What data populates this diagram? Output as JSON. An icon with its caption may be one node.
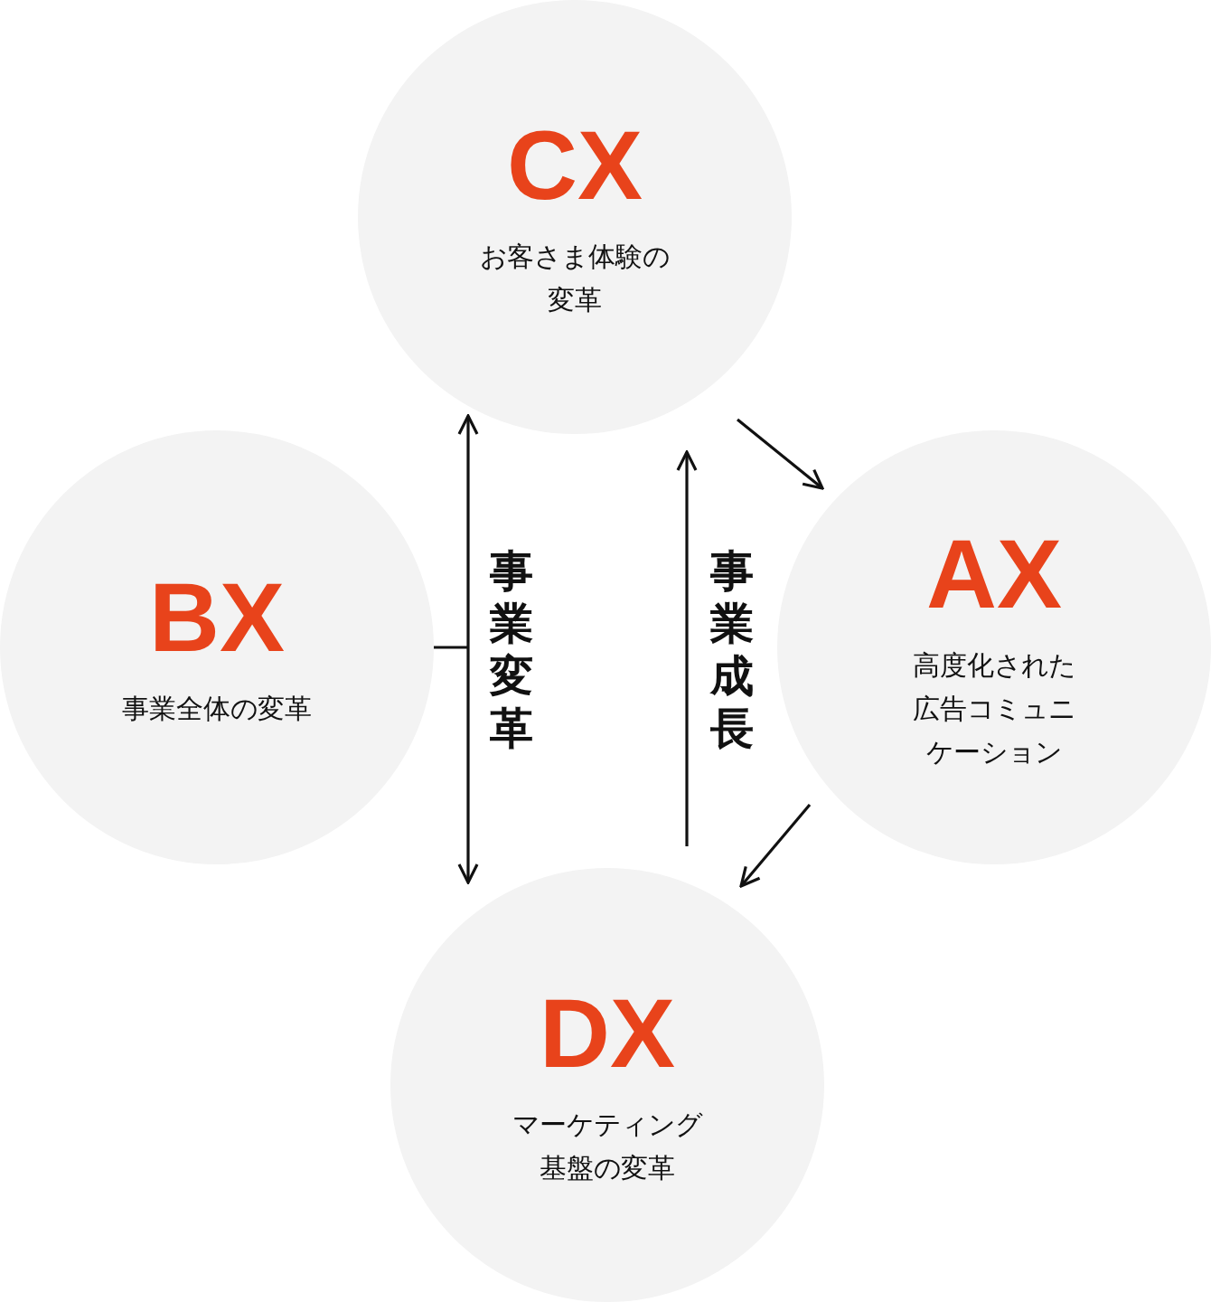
{
  "diagram": {
    "nodes": [
      {
        "text": [
          "CX",
          "お客さま体験の変革"
        ]
      },
      {
        "text": [
          "BX",
          "事業全体の変革"
        ]
      },
      {
        "text": [
          "AX",
          "高度化された広告コミュニケーション"
        ]
      },
      {
        "text": [
          "DX",
          "マーケティング基盤の変革"
        ]
      }
    ],
    "edges": [
      {
        "from": 0,
        "to": 2,
        "arrow": "to"
      },
      {
        "from": 2,
        "to": 3,
        "arrow": "to"
      },
      {
        "from": 1,
        "to": 0,
        "arrow": "to"
      },
      {
        "from": 1,
        "to": 3,
        "arrow": "to"
      },
      {
        "from": 3,
        "to": 0,
        "arrow": "to",
        "label": "事業成長"
      }
    ],
    "labels": [
      "事業変革"
    ]
  }
}
